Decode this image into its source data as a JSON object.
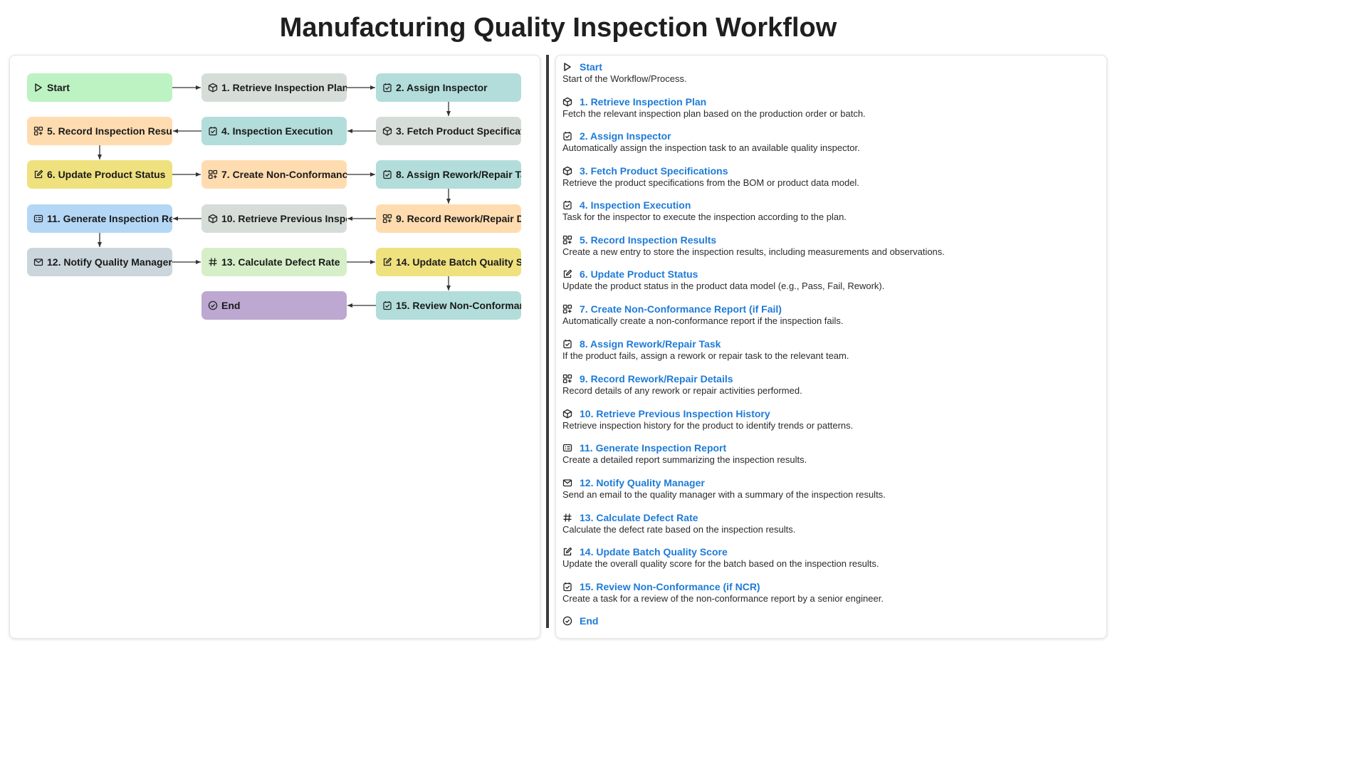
{
  "title": "Manufacturing Quality Inspection Workflow",
  "colors": {
    "green": "#bdf2c2",
    "gray": "#d6ddd8",
    "teal": "#b2ddda",
    "orange": "#ffdcb0",
    "yellow": "#efe17e",
    "blue": "#b4d7f5",
    "slate": "#cbd5dc",
    "lime": "#d6efc8",
    "purple": "#bda8d1",
    "link": "#1e7bd8"
  },
  "diagram": {
    "nodes": [
      {
        "label": "Start",
        "icon": "play-icon"
      },
      {
        "label": "1. Retrieve Inspection Plan",
        "icon": "cube-icon"
      },
      {
        "label": "2. Assign Inspector",
        "icon": "task-icon"
      },
      {
        "label": "3. Fetch Product Specifications",
        "icon": "cube-icon"
      },
      {
        "label": "4. Inspection Execution",
        "icon": "task-icon"
      },
      {
        "label": "5. Record Inspection Results",
        "icon": "form-icon"
      },
      {
        "label": "6. Update Product Status",
        "icon": "edit-icon"
      },
      {
        "label": "7. Create Non-Conformance Report (if Fail)",
        "icon": "form-icon"
      },
      {
        "label": "8. Assign Rework/Repair Task",
        "icon": "task-icon"
      },
      {
        "label": "9. Record Rework/Repair Details",
        "icon": "form-icon"
      },
      {
        "label": "10. Retrieve Previous Inspection History",
        "icon": "cube-icon"
      },
      {
        "label": "11. Generate Inspection Report",
        "icon": "report-icon"
      },
      {
        "label": "12. Notify Quality Manager",
        "icon": "mail-icon"
      },
      {
        "label": "13. Calculate Defect Rate",
        "icon": "hash-icon"
      },
      {
        "label": "14. Update Batch Quality Score",
        "icon": "edit-icon"
      },
      {
        "label": "15. Review Non-Conformance",
        "icon": "task-icon"
      },
      {
        "label": "End",
        "icon": "check-circle-icon"
      }
    ]
  },
  "steps": [
    {
      "title": "Start",
      "desc": "Start of the Workflow/Process.",
      "icon": "play-icon"
    },
    {
      "title": "1. Retrieve Inspection Plan",
      "desc": "Fetch the relevant inspection plan based on the production order or batch.",
      "icon": "cube-icon"
    },
    {
      "title": "2. Assign Inspector",
      "desc": "Automatically assign the inspection task to an available quality inspector.",
      "icon": "task-icon"
    },
    {
      "title": "3. Fetch Product Specifications",
      "desc": "Retrieve the product specifications from the BOM or product data model.",
      "icon": "cube-icon"
    },
    {
      "title": "4. Inspection Execution",
      "desc": "Task for the inspector to execute the inspection according to the plan.",
      "icon": "task-icon"
    },
    {
      "title": "5. Record Inspection Results",
      "desc": "Create a new entry to store the inspection results, including measurements and observations.",
      "icon": "form-icon"
    },
    {
      "title": "6. Update Product Status",
      "desc": "Update the product status in the product data model (e.g., Pass, Fail, Rework).",
      "icon": "edit-icon"
    },
    {
      "title": "7. Create Non-Conformance Report (if Fail)",
      "desc": "Automatically create a non-conformance report if the inspection fails.",
      "icon": "form-icon"
    },
    {
      "title": "8. Assign Rework/Repair Task",
      "desc": "If the product fails, assign a rework or repair task to the relevant team.",
      "icon": "task-icon"
    },
    {
      "title": "9. Record Rework/Repair Details",
      "desc": "Record details of any rework or repair activities performed.",
      "icon": "form-icon"
    },
    {
      "title": "10. Retrieve Previous Inspection History",
      "desc": "Retrieve inspection history for the product to identify trends or patterns.",
      "icon": "cube-icon"
    },
    {
      "title": "11. Generate Inspection Report",
      "desc": "Create a detailed report summarizing the inspection results.",
      "icon": "report-icon"
    },
    {
      "title": "12. Notify Quality Manager",
      "desc": "Send an email to the quality manager with a summary of the inspection results.",
      "icon": "mail-icon"
    },
    {
      "title": "13. Calculate Defect Rate",
      "desc": "Calculate the defect rate based on the inspection results.",
      "icon": "hash-icon"
    },
    {
      "title": "14. Update Batch Quality Score",
      "desc": "Update the overall quality score for the batch based on the inspection results.",
      "icon": "edit-icon"
    },
    {
      "title": "15. Review Non-Conformance (if NCR)",
      "desc": "Create a task for a review of the non-conformance report by a senior engineer.",
      "icon": "task-icon"
    },
    {
      "title": "End",
      "desc": "",
      "icon": "check-circle-icon"
    }
  ]
}
